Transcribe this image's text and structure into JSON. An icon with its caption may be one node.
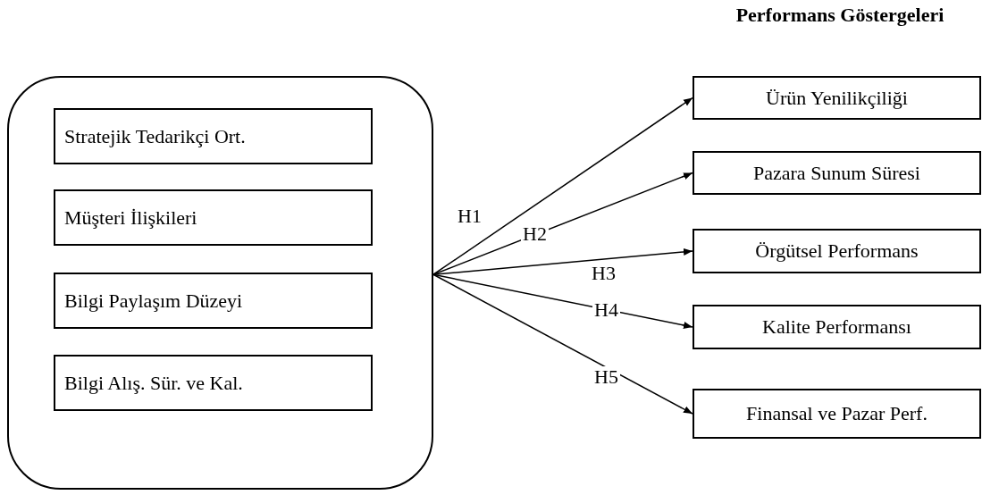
{
  "diagram": {
    "title": "Performans Göstergeleri",
    "nodes": [
      {
        "text": [],
        "shape": "box"
      },
      {
        "text": [
          "Stratejik Tedarikçi Ort."
        ],
        "in": 0
      },
      {
        "text": [
          "Müşteri İlişkileri"
        ],
        "in": 0
      },
      {
        "text": [
          "Bilgi Paylaşım Düzeyi"
        ],
        "in": 0
      },
      {
        "text": [
          "Bilgi Alış. Sür. ve Kal."
        ],
        "in": 0
      },
      {
        "text": [
          "Ürün Yenilikçiliği"
        ]
      },
      {
        "text": [
          "Pazara Sunum Süresi"
        ]
      },
      {
        "text": [
          "Örgütsel Performans"
        ]
      },
      {
        "text": [
          "Kalite Performansı"
        ]
      },
      {
        "text": [
          "Finansal ve Pazar Perf."
        ]
      }
    ],
    "edges": [
      {
        "from": 0,
        "to": 5,
        "arrow": "to",
        "label": "H1"
      },
      {
        "from": 0,
        "to": 6,
        "arrow": "to",
        "label": "H2"
      },
      {
        "from": 0,
        "to": 7,
        "arrow": "to",
        "label": "H3"
      },
      {
        "from": 0,
        "to": 8,
        "arrow": "to",
        "label": "H4"
      },
      {
        "from": 0,
        "to": 9,
        "arrow": "to",
        "label": "H5"
      }
    ]
  }
}
